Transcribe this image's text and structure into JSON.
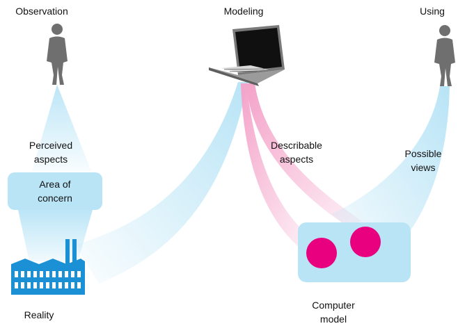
{
  "labels": {
    "observation": "Observation",
    "modeling": "Modeling",
    "using": "Using",
    "perceived": [
      "Perceived",
      "aspects"
    ],
    "area": [
      "Area of",
      "concern"
    ],
    "describable": [
      "Describable",
      "aspects"
    ],
    "possible": [
      "Possible",
      "views"
    ],
    "reality": "Reality",
    "computer_model": [
      "Computer",
      "model"
    ]
  },
  "colors": {
    "beam_blue": "#b8e4f6",
    "beam_pink": "#f4a3c9",
    "factory_blue": "#1b90d5",
    "model_box": "#b8e4f6",
    "model_dot": "#e8007f",
    "person": "#6f6f6f"
  },
  "icons": {
    "observer": "person-icon",
    "modeler": "laptop-icon",
    "user": "person-icon",
    "reality": "factory-icon",
    "model": "computer-model-icon"
  }
}
